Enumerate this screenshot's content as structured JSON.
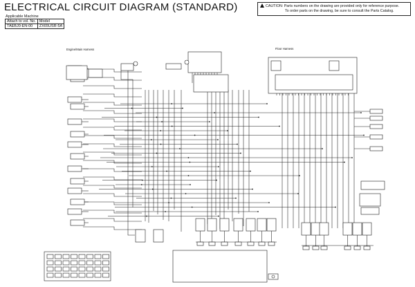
{
  "header": {
    "title": "ELECTRICAL CIRCUIT DIAGRAM (STANDARD)",
    "applicable_label": "Applicable Machine",
    "table": {
      "col1_header": "Attach to vol. No.",
      "col2_header": "Model",
      "col1_value": "TAEBJ0-EN-00",
      "col2_value": "ZX65USR-5A"
    },
    "caution": {
      "line1": "CAUTION: Parts numbers on the drawing are provided only for reference purpose.",
      "line2": "To order parts on the drawing, be sure to consult the Parts Catalog."
    }
  },
  "diagram": {
    "harness_labels": {
      "engine_main": "Engine/Main Harness",
      "floor": "Floor Harness"
    },
    "colors": {
      "line": "#1a1a1a",
      "background": "#ffffff"
    }
  }
}
